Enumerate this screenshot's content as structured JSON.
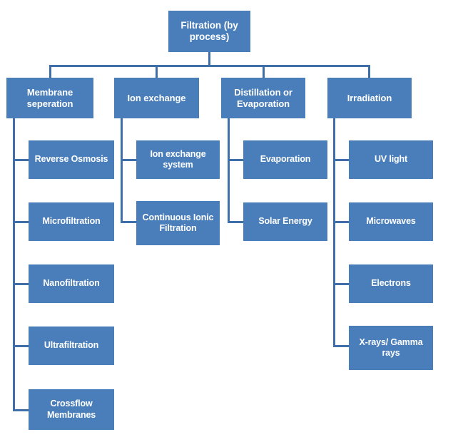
{
  "diagram": {
    "title": "Filtration (by process)",
    "type": "hierarchy-tree",
    "colors": {
      "node_fill": "#4a7ebb",
      "node_text": "#ffffff",
      "connector": "#3f6fa8",
      "background": "#ffffff"
    },
    "root": {
      "label": "Filtration (by process)"
    },
    "branches": [
      {
        "label": "Membrane seperation",
        "children": [
          {
            "label": "Reverse Osmosis"
          },
          {
            "label": "Microfiltration"
          },
          {
            "label": "Nanofiltration"
          },
          {
            "label": "Ultrafiltration"
          },
          {
            "label": "Crossflow Membranes"
          }
        ]
      },
      {
        "label": "Ion exchange",
        "children": [
          {
            "label": "Ion exchange system"
          },
          {
            "label": "Continuous Ionic Filtration"
          }
        ]
      },
      {
        "label": "Distillation or Evaporation",
        "children": [
          {
            "label": "Evaporation"
          },
          {
            "label": "Solar Energy"
          }
        ]
      },
      {
        "label": "Irradiation",
        "children": [
          {
            "label": "UV light"
          },
          {
            "label": "Microwaves"
          },
          {
            "label": "Electrons"
          },
          {
            "label": "X-rays/ Gamma rays"
          }
        ]
      }
    ]
  }
}
